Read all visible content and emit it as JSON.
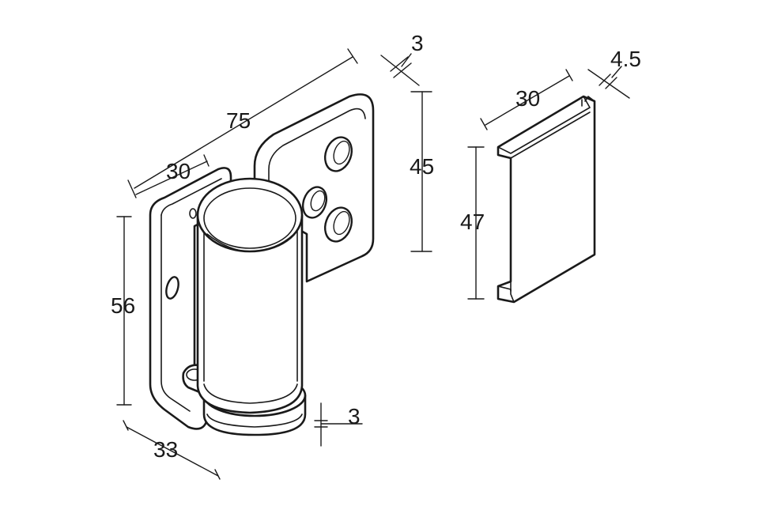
{
  "hinge": {
    "dimensions": {
      "overall_width": "75",
      "flange_width": "30",
      "plate_thickness": "3",
      "plate_height": "45",
      "body_height": "56",
      "body_depth": "33",
      "washer_thickness": "3"
    }
  },
  "clip": {
    "dimensions": {
      "width": "30",
      "thickness": "4.5",
      "height": "47"
    }
  },
  "colors": {
    "line": "#1a1a1a",
    "background": "#ffffff"
  }
}
